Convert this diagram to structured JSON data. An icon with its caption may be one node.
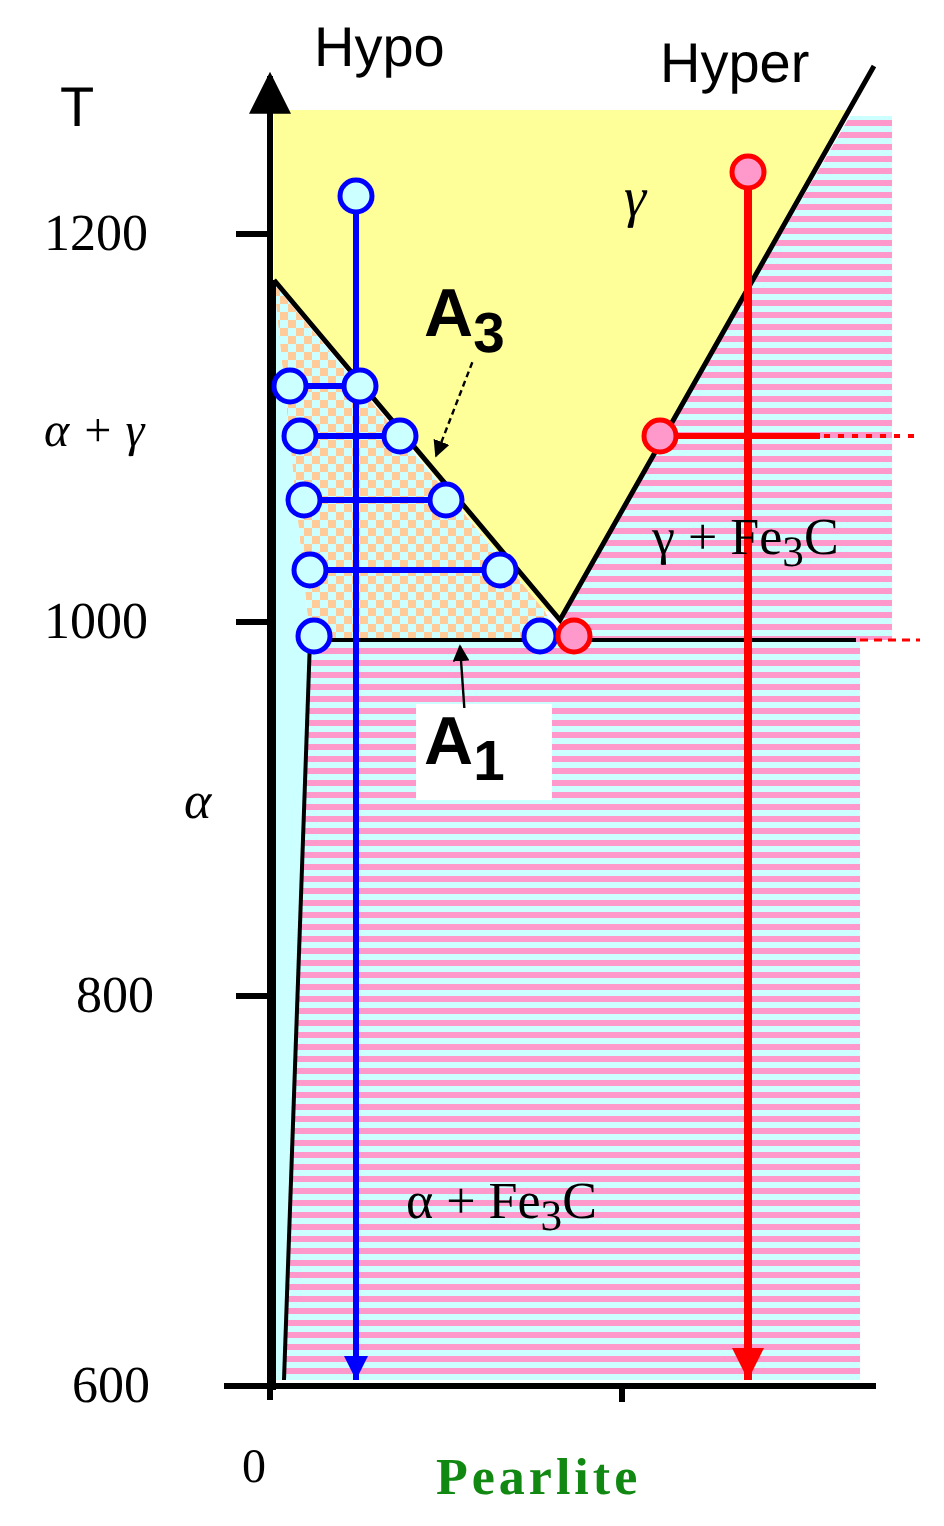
{
  "diagram": {
    "nodes": [
      {
        "text": [
          "A$_{3}$"
        ]
      },
      {
        "text": [
          "A$_{1}$"
        ]
      }
    ],
    "edges": [
      {
        "from": 0,
        "to": null,
        "arrow": "to",
        "style": "dashed"
      },
      {
        "from": 1,
        "to": null,
        "arrow": "to"
      }
    ],
    "labels": [
      "T",
      "Hypo",
      "Hyper",
      "1200",
      "γ",
      "α + γ",
      "γ + Fe$_{3}$C",
      "1000",
      "α",
      "800",
      "α + Fe$_{3}$C",
      "600",
      "0",
      "Pearlite"
    ]
  }
}
